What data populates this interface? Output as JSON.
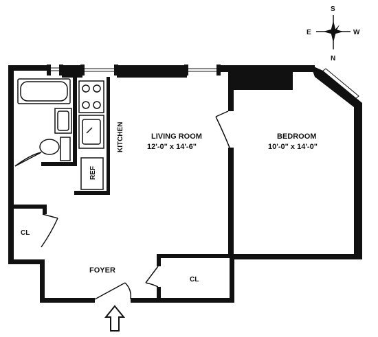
{
  "compass": {
    "north": "N",
    "south": "S",
    "east": "E",
    "west": "W"
  },
  "rooms": {
    "living_room": {
      "name": "LIVING ROOM",
      "dimensions": "12'-0\" x 14'-6\""
    },
    "bedroom": {
      "name": "BEDROOM",
      "dimensions": "10'-0\" x 14'-0\""
    },
    "kitchen": {
      "name": "KITCHEN"
    },
    "foyer": {
      "name": "FOYER"
    }
  },
  "fixtures": {
    "refrigerator": "REF",
    "closet_left": "CL",
    "closet_right": "CL"
  },
  "colors": {
    "wall": "#111111",
    "background": "#ffffff"
  }
}
